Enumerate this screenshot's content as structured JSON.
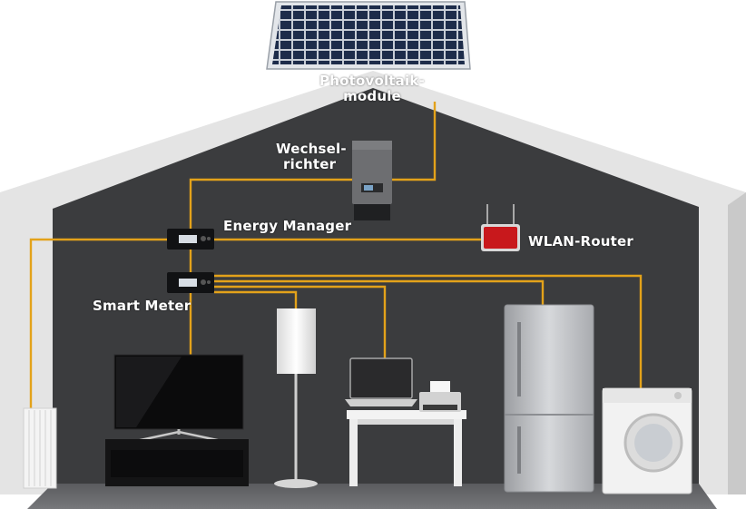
{
  "labels": {
    "pv_line1": "Photovoltaik-",
    "pv_line2": "module",
    "inverter_line1": "Wechsel-",
    "inverter_line2": "richter",
    "energy_manager": "Energy Manager",
    "router": "WLAN-Router",
    "smart_meter": "Smart Meter"
  },
  "colors": {
    "wall": "#3b3c3e",
    "roof": "#e8e8e8",
    "cable": "#e3a21a",
    "router": "#c8181c"
  }
}
